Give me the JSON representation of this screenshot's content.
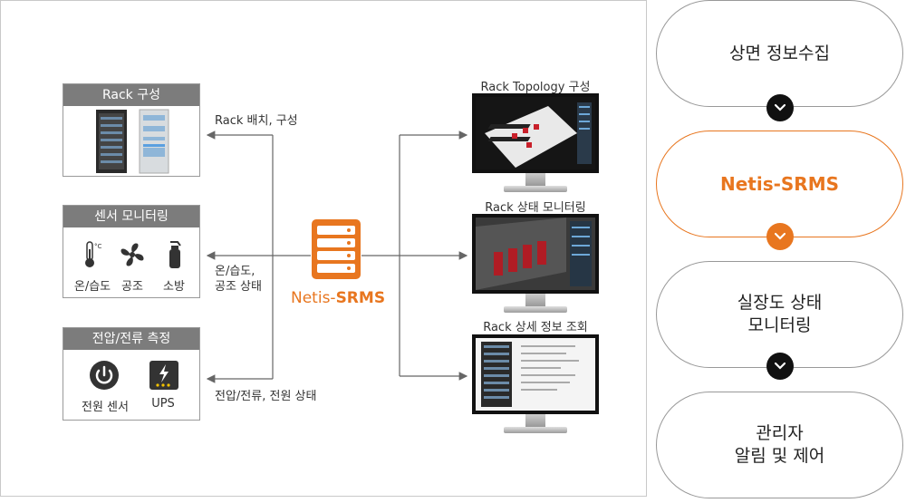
{
  "left": {
    "rack_box": {
      "title": "Rack 구성"
    },
    "sensor_box": {
      "title": "센서 모니터링",
      "items": [
        {
          "icon": "thermometer-icon",
          "label": "온/습도"
        },
        {
          "icon": "fan-icon",
          "label": "공조"
        },
        {
          "icon": "fire-extinguisher-icon",
          "label": "소방"
        }
      ]
    },
    "power_box": {
      "title": "전압/전류 측정",
      "items": [
        {
          "icon": "power-icon",
          "label": "전원 센서"
        },
        {
          "icon": "ups-icon",
          "label": "UPS"
        }
      ]
    },
    "arrow_labels": {
      "rack": "Rack 배치, 구성",
      "sensor_line1": "온/습도,",
      "sensor_line2": "공조 상태",
      "power": "전압/전류, 전원 상태"
    },
    "hub": {
      "label_prefix": "Netis-",
      "label_bold": "SRMS"
    },
    "monitors": [
      {
        "title": "Rack Topology 구성"
      },
      {
        "title": "Rack 상태 모니터링"
      },
      {
        "title": "Rack 상세 정보 조회"
      }
    ]
  },
  "flow": {
    "steps": [
      {
        "lines": [
          "상면 정보수집"
        ],
        "active": false
      },
      {
        "lines": [
          "Netis-SRMS"
        ],
        "active": true
      },
      {
        "lines": [
          "실장도 상태",
          "모니터링"
        ],
        "active": false
      },
      {
        "lines": [
          "관리자",
          "알림 및 제어"
        ],
        "active": false
      }
    ]
  },
  "colors": {
    "accent": "#e8761f",
    "box_header": "#7c7c7c",
    "line": "#666666"
  }
}
